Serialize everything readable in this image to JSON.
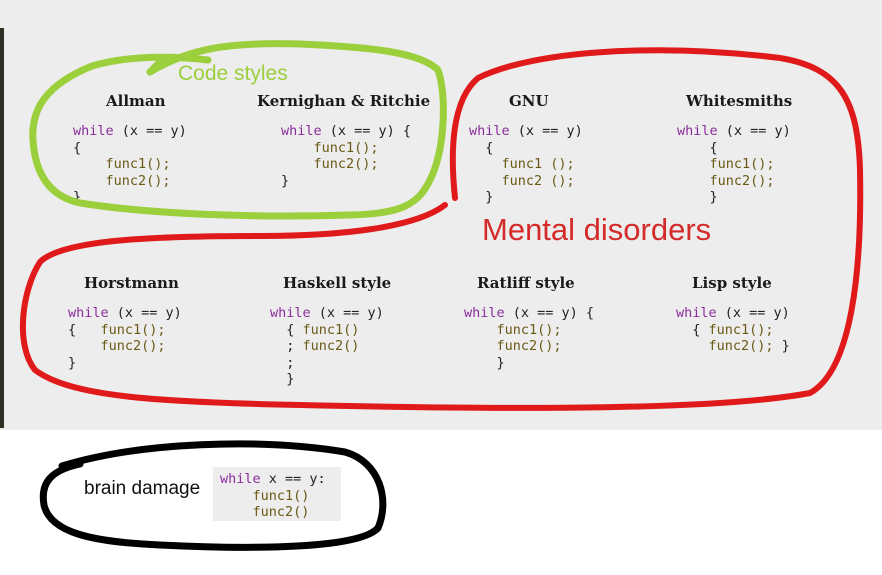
{
  "annotations": {
    "code_styles": "Code styles",
    "mental_disorders": "Mental disorders",
    "brain_damage": "brain damage"
  },
  "colors": {
    "green_marker": "#9bcf3c",
    "red_marker": "#e01a1a",
    "black_marker": "#000000",
    "keyword": "#8a2d9c",
    "function": "#6b5a16",
    "panel_background": "#ededed"
  },
  "styles": [
    {
      "name": "Allman",
      "code": [
        {
          "kw": "while",
          "rest": " (x == y)"
        },
        {
          "text": "{"
        },
        {
          "fn": "func1();",
          "indent": "    "
        },
        {
          "fn": "func2();",
          "indent": "    "
        },
        {
          "text": "}"
        }
      ]
    },
    {
      "name": "Kernighan & Ritchie",
      "code": [
        {
          "kw": "while",
          "rest": " (x == y) {"
        },
        {
          "fn": "func1();",
          "indent": "    "
        },
        {
          "fn": "func2();",
          "indent": "    "
        },
        {
          "text": "}"
        }
      ]
    },
    {
      "name": "GNU",
      "code": [
        {
          "kw": "while",
          "rest": " (x == y)"
        },
        {
          "text": "  {"
        },
        {
          "fn": "func1 ();",
          "indent": "    "
        },
        {
          "fn": "func2 ();",
          "indent": "    "
        },
        {
          "text": "  }"
        }
      ]
    },
    {
      "name": "Whitesmiths",
      "code": [
        {
          "kw": "while",
          "rest": " (x == y)"
        },
        {
          "text": "    {"
        },
        {
          "fn": "func1();",
          "indent": "    "
        },
        {
          "fn": "func2();",
          "indent": "    "
        },
        {
          "text": "    }"
        }
      ]
    },
    {
      "name": "Horstmann",
      "code": [
        {
          "kw": "while",
          "rest": " (x == y)"
        },
        {
          "pre": "{   ",
          "fn": "func1();"
        },
        {
          "fn": "func2();",
          "indent": "    "
        },
        {
          "text": "}"
        }
      ]
    },
    {
      "name": "Haskell style",
      "code": [
        {
          "kw": "while",
          "rest": " (x == y)"
        },
        {
          "pre": "  { ",
          "fn": "func1()"
        },
        {
          "pre": "  ; ",
          "fn": "func2()"
        },
        {
          "text": "  ;"
        },
        {
          "text": "  }"
        }
      ]
    },
    {
      "name": "Ratliff style",
      "code": [
        {
          "kw": "while",
          "rest": " (x == y) {"
        },
        {
          "fn": "func1();",
          "indent": "    "
        },
        {
          "fn": "func2();",
          "indent": "    "
        },
        {
          "text": "    }"
        }
      ]
    },
    {
      "name": "Lisp style",
      "code": [
        {
          "kw": "while",
          "rest": " (x == y)"
        },
        {
          "pre": "  { ",
          "fn": "func1();"
        },
        {
          "pre": "    ",
          "fn": "func2();",
          "post": " }"
        }
      ]
    }
  ],
  "python": {
    "code": [
      {
        "kw": "while",
        "rest": " x == y:"
      },
      {
        "fn": "func1()",
        "indent": "    "
      },
      {
        "fn": "func2()",
        "indent": "    "
      }
    ]
  }
}
